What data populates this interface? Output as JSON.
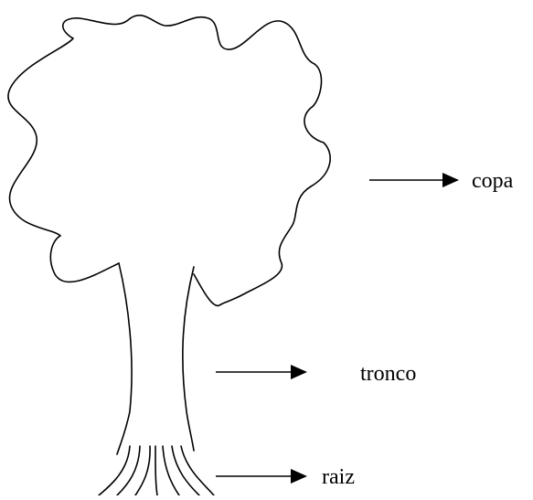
{
  "labels": {
    "crown": "copa",
    "trunk": "tronco",
    "root": "raiz"
  },
  "colors": {
    "line": "#000000",
    "background": "#ffffff"
  }
}
